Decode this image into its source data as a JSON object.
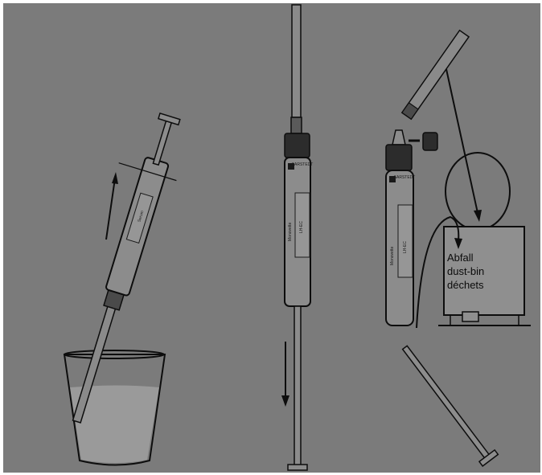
{
  "waste_bin": {
    "label_de": "Abfall",
    "label_en": "dust-bin",
    "label_fr": "déchets"
  },
  "tube_labels": {
    "left_vertical": "Serum",
    "middle_vertical": "Monovette",
    "right_vertical": "Monovette",
    "middle_cap_text": "SARSTEDT",
    "right_cap_text": "SARSTEDT",
    "middle_code": "LH-EC",
    "right_code": "LH-EC"
  },
  "colors": {
    "background": "#7b7b7b",
    "border": "#ffffff",
    "ink": "#0d0d0d",
    "tube_fill": "#8c8c8c",
    "label_fill": "#969696",
    "liquid": "#9a9a9a",
    "bin_fill": "#8f8f8f"
  }
}
